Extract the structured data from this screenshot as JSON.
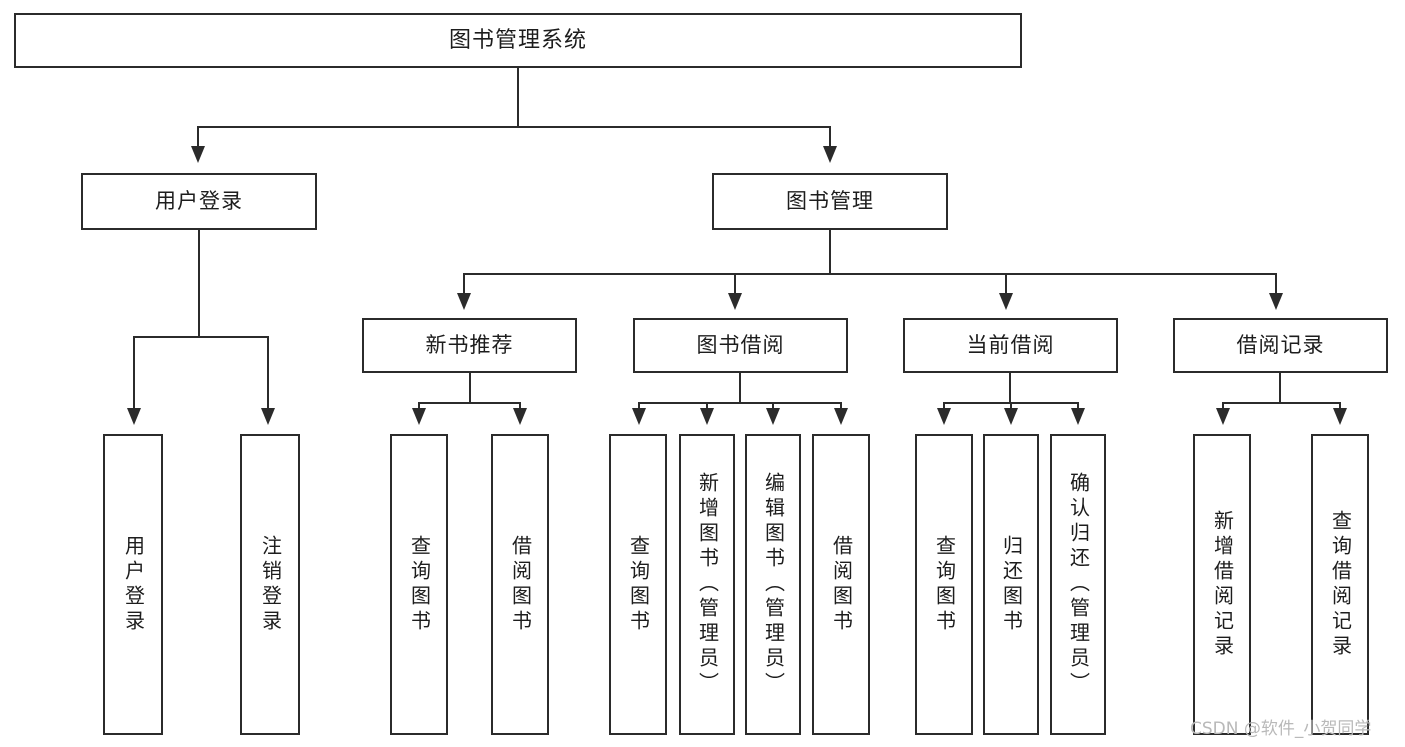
{
  "diagram": {
    "type": "tree",
    "title": "图书管理系统",
    "watermark": "CSDN @软件_小贺同学",
    "colors": {
      "stroke": "#2b2b2b",
      "fill": "#ffffff",
      "text": "#1d1d1d",
      "watermark": "#b9b9b9"
    },
    "levels": {
      "level0": {
        "label": "图书管理系统"
      },
      "level1": [
        {
          "label": "用户登录"
        },
        {
          "label": "图书管理"
        }
      ],
      "level2": [
        {
          "label": "新书推荐"
        },
        {
          "label": "图书借阅"
        },
        {
          "label": "当前借阅"
        },
        {
          "label": "借阅记录"
        }
      ],
      "leaves": {
        "user_login": [
          {
            "label": "用户登录"
          },
          {
            "label": "注销登录"
          }
        ],
        "new_book_recommend": [
          {
            "label": "查询图书"
          },
          {
            "label": "借阅图书"
          }
        ],
        "book_borrow": [
          {
            "label": "查询图书"
          },
          {
            "label": "新增图书（管理员）"
          },
          {
            "label": "编辑图书（管理员）"
          },
          {
            "label": "借阅图书"
          }
        ],
        "current_borrow": [
          {
            "label": "查询图书"
          },
          {
            "label": "归还图书"
          },
          {
            "label": "确认归还（管理员）"
          }
        ],
        "borrow_record": [
          {
            "label": "新增借阅记录"
          },
          {
            "label": "查询借阅记录"
          }
        ]
      }
    }
  }
}
